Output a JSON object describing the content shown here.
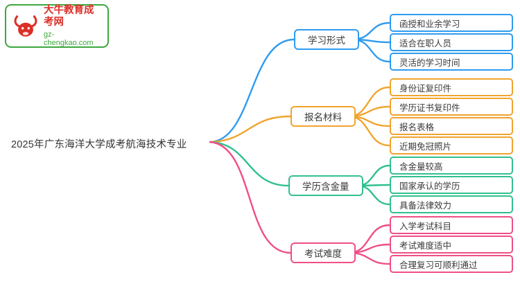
{
  "logo": {
    "title": "大牛教育成考网",
    "url": "gz-chengkao.com",
    "brand_red": "#DC2F27",
    "brand_green": "#3CA83C"
  },
  "root": {
    "label": "2025年广东海洋大学成考航海技术专业"
  },
  "branches": [
    {
      "label": "学习形式",
      "color": "#2E9BF0",
      "leaves": [
        {
          "label": "函授和业余学习"
        },
        {
          "label": "适合在职人员"
        },
        {
          "label": "灵活的学习时间"
        }
      ]
    },
    {
      "label": "报名材料",
      "color": "#F0A42C",
      "leaves": [
        {
          "label": "身份证复印件"
        },
        {
          "label": "学历证书复印件"
        },
        {
          "label": "报名表格"
        },
        {
          "label": "近期免冠照片"
        }
      ]
    },
    {
      "label": "学历含金量",
      "color": "#31C08D",
      "leaves": [
        {
          "label": "含金量较高"
        },
        {
          "label": "国家承认的学历"
        },
        {
          "label": "具备法律效力"
        }
      ]
    },
    {
      "label": "考试难度",
      "color": "#F04E87",
      "leaves": [
        {
          "label": "入学考试科目"
        },
        {
          "label": "考试难度适中"
        },
        {
          "label": "合理复习可顺利通过"
        }
      ]
    }
  ]
}
